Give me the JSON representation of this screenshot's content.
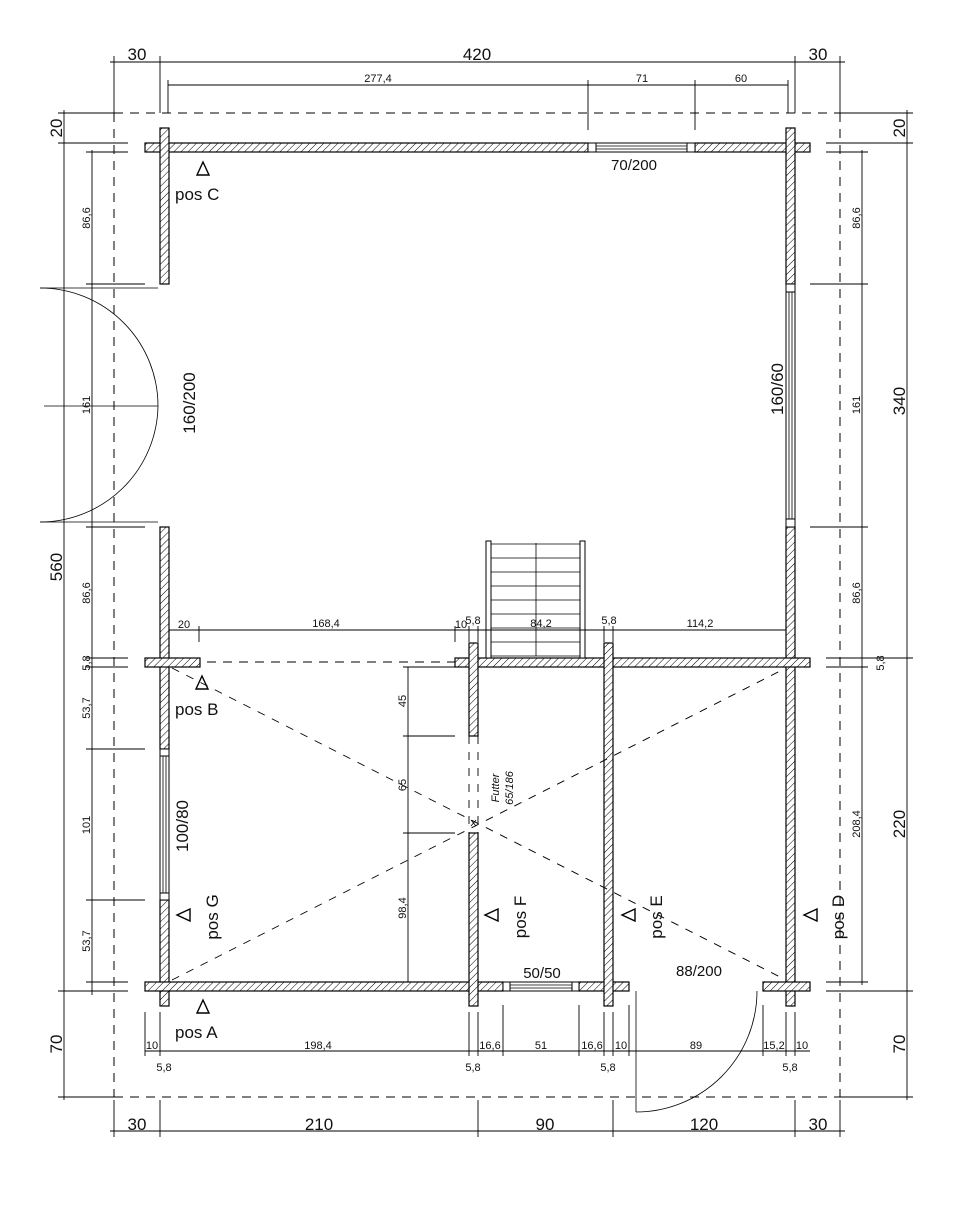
{
  "top": {
    "overall": [
      "30",
      "420",
      "30"
    ],
    "upper": [
      "277,4",
      "71",
      "60"
    ]
  },
  "bottom": {
    "overall": [
      "30",
      "210",
      "90",
      "120",
      "30"
    ],
    "inner": [
      "10",
      "198,4",
      "16,6",
      "51",
      "16,6",
      "10",
      "89",
      "15,2",
      "10"
    ],
    "posts": [
      "5,8",
      "5,8",
      "5,8",
      "5,8"
    ]
  },
  "left": {
    "outer_top": "20",
    "outer_main": "560",
    "outer_bottom": "70",
    "inner": [
      "86,6",
      "161",
      "86,6",
      "5,8",
      "53,7",
      "101",
      "53,7"
    ]
  },
  "right": {
    "outer_top": "20",
    "outer_mid": "340",
    "outer_lower": "220",
    "outer_bottom": "70",
    "inner": [
      "86,6",
      "161",
      "86,6",
      "5,8",
      "208,4"
    ]
  },
  "middle": {
    "row": [
      "20",
      "168,4",
      "10",
      "5,8",
      "84,2",
      "5,8",
      "114,2"
    ],
    "vertical": [
      "45",
      "65",
      "98,4"
    ]
  },
  "openings": {
    "top_window": "70/200",
    "left_door": "160/200",
    "right_window": "160/60",
    "left_window": "100/80",
    "bottom_window": "50/50",
    "bottom_door": "88/200",
    "futter_line1": "Futter",
    "futter_line2": "65/186"
  },
  "positions": {
    "a": "pos A",
    "b": "pos B",
    "c": "pos C",
    "d": "pos D",
    "e": "pos E",
    "f": "pos F",
    "g": "pos G"
  },
  "colors": {
    "line": "#000000",
    "background": "#ffffff"
  }
}
